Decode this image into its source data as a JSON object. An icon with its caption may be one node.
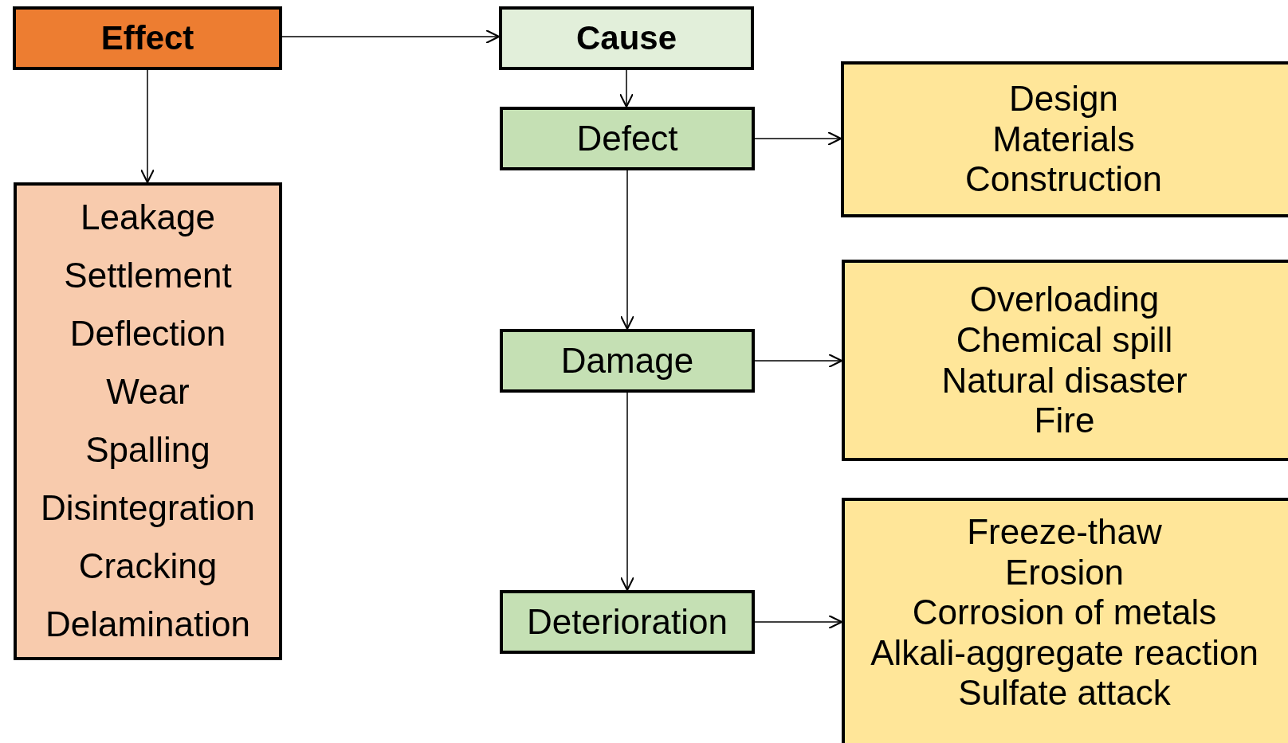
{
  "diagram": {
    "nodes": [
      {
        "text": [
          "Effect"
        ]
      },
      {
        "text": [
          "Cause"
        ]
      },
      {
        "text": [
          "Defect"
        ]
      },
      {
        "text": [
          "Design",
          "Materials",
          "Construction"
        ]
      },
      {
        "text": [
          "Leakage",
          "Settlement",
          "Deflection",
          "Wear",
          "Spalling",
          "Disintegration",
          "Cracking",
          "Delamination"
        ]
      },
      {
        "text": [
          "Damage"
        ]
      },
      {
        "text": [
          "Overloading",
          "Chemical spill",
          "Natural disaster",
          "Fire"
        ]
      },
      {
        "text": [
          "Deterioration"
        ]
      },
      {
        "text": [
          "Freeze-thaw",
          "Erosion",
          "Corrosion of metals",
          "Alkali-aggregate reaction",
          "Sulfate attack"
        ]
      }
    ],
    "edges": [
      {
        "from": 0,
        "to": 1,
        "arrow": "to"
      },
      {
        "from": 0,
        "to": 4,
        "arrow": "to"
      },
      {
        "from": 1,
        "to": 2,
        "arrow": "to"
      },
      {
        "from": 2,
        "to": 3,
        "arrow": "to"
      },
      {
        "from": 2,
        "to": 5,
        "arrow": "to"
      },
      {
        "from": 5,
        "to": 6,
        "arrow": "to"
      },
      {
        "from": 5,
        "to": 7,
        "arrow": "to"
      },
      {
        "from": 7,
        "to": 8,
        "arrow": "to"
      }
    ]
  }
}
